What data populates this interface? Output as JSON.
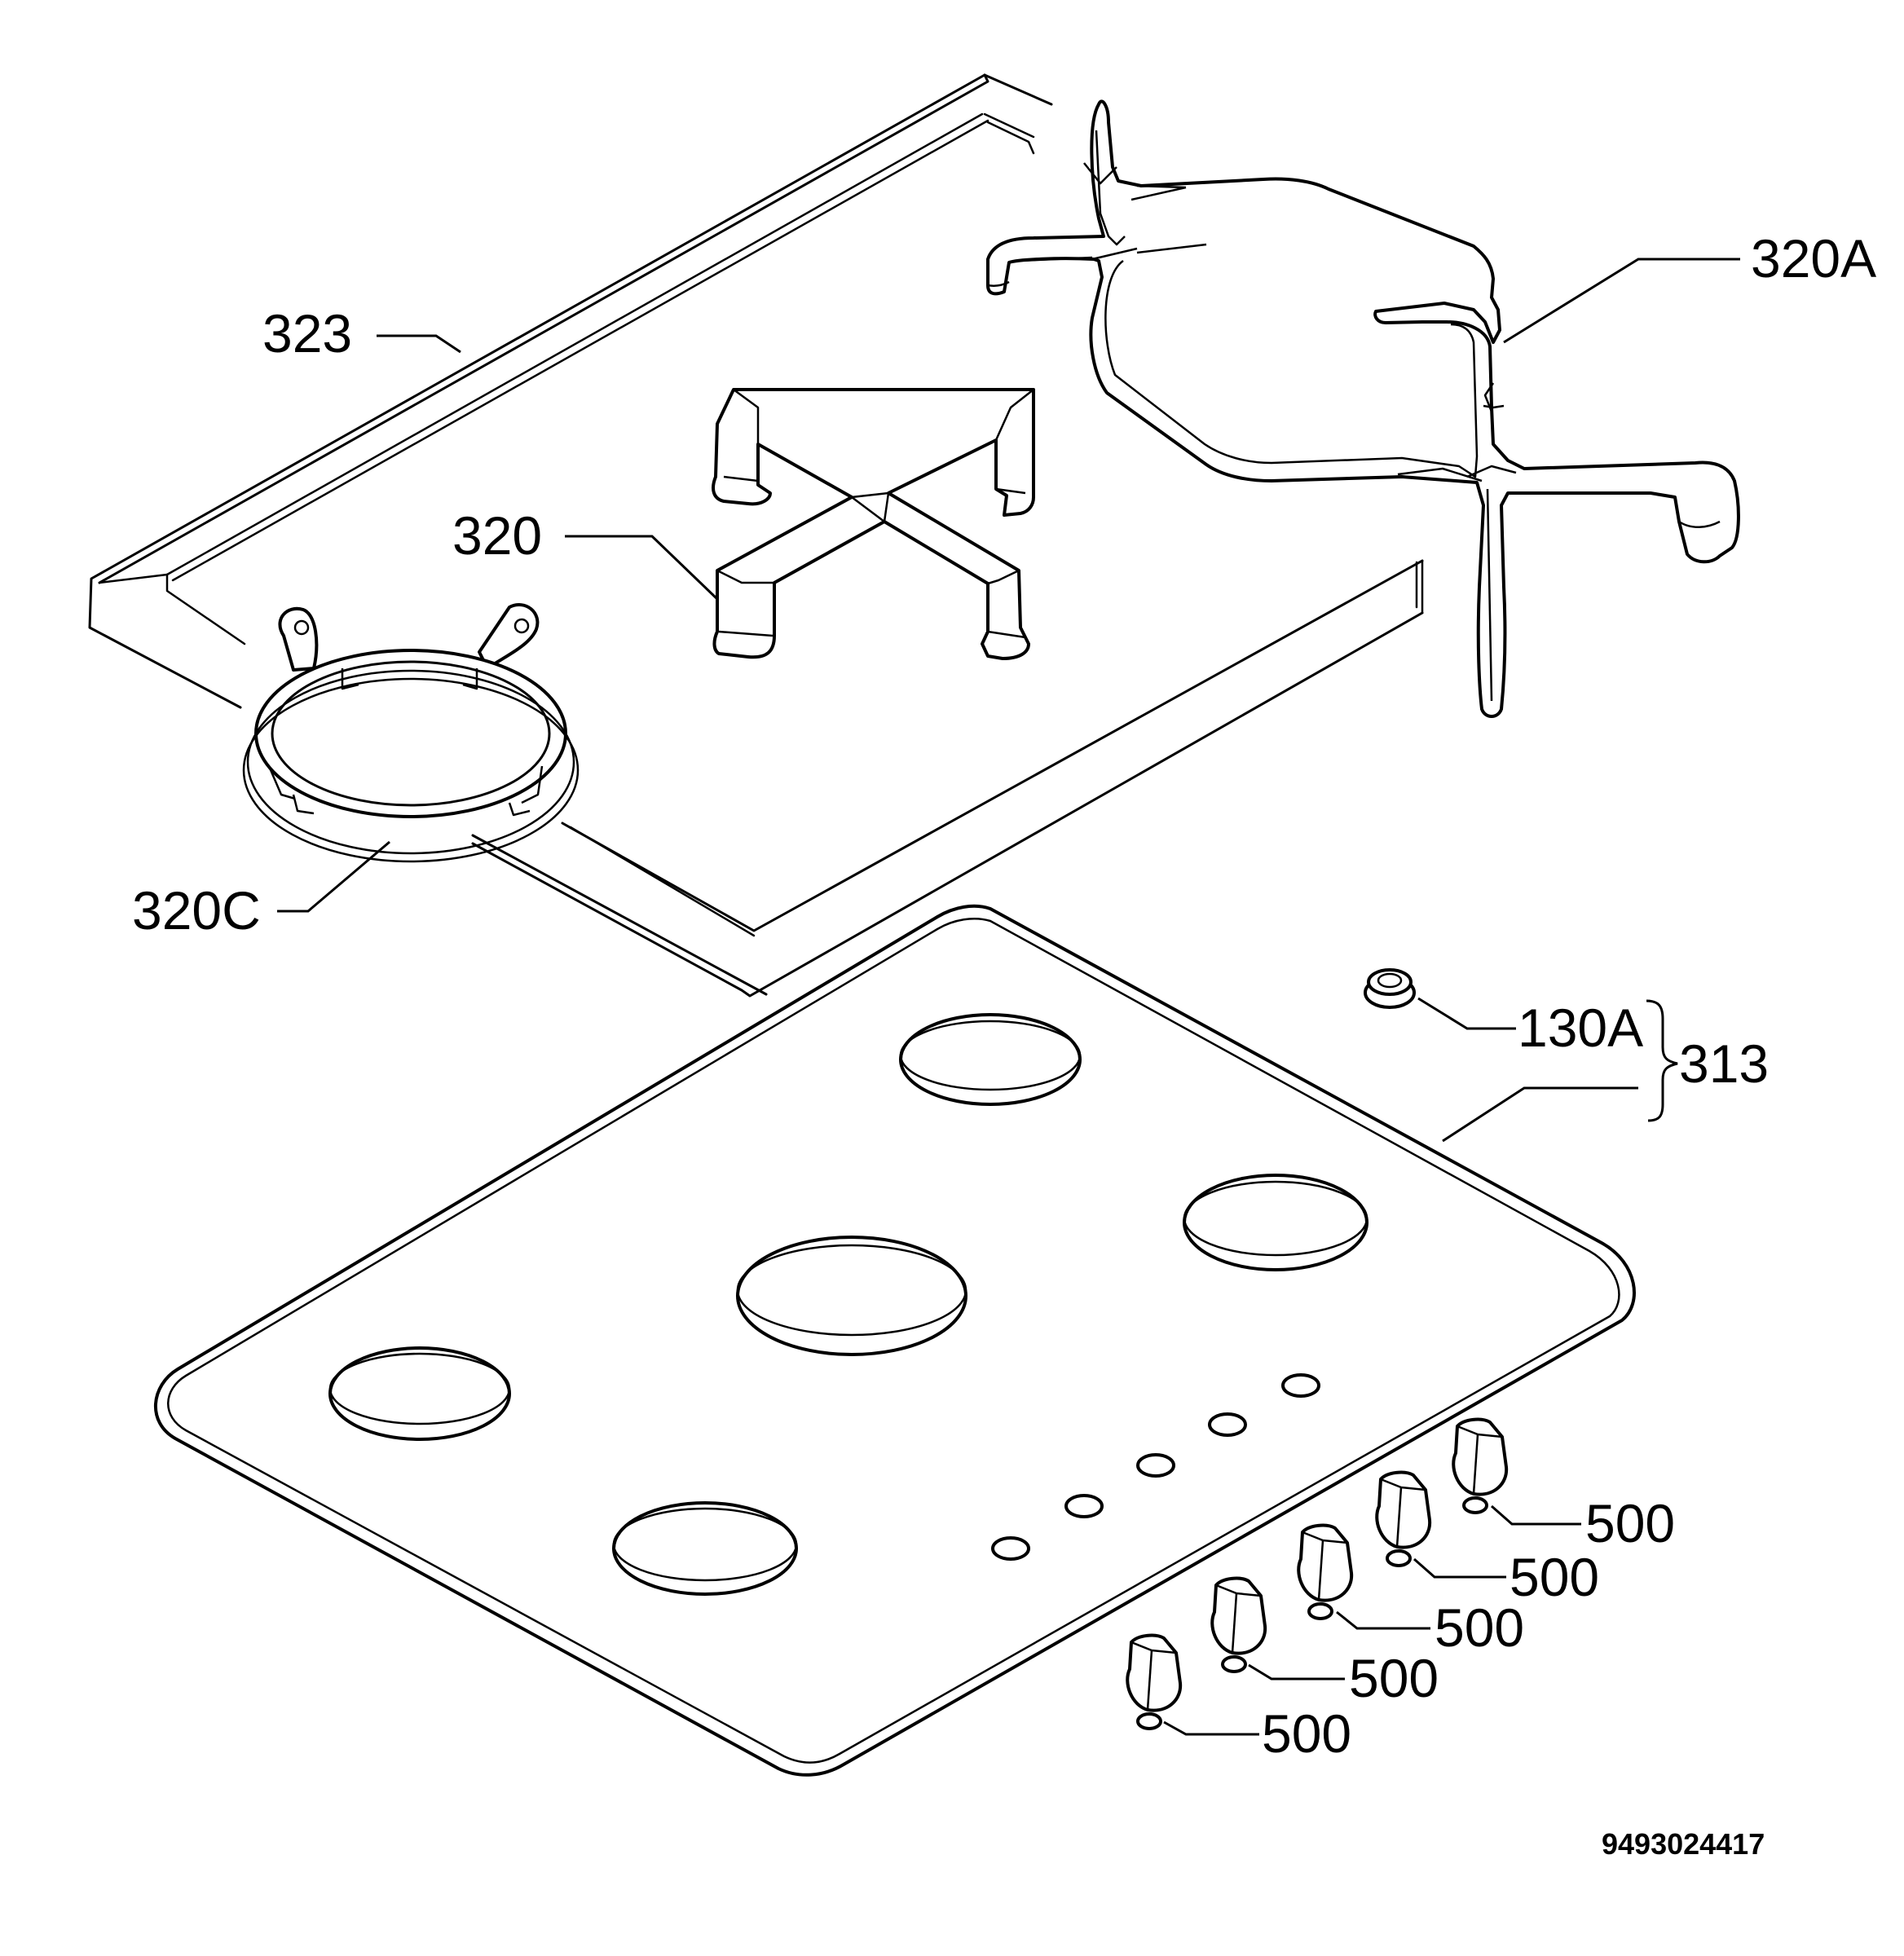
{
  "labels": {
    "frame": "323",
    "grid_double": "320A",
    "grid_single": "320",
    "wok_ring": "320C",
    "cap": "130A",
    "hob_assembly": "313",
    "knob_1": "500",
    "knob_2": "500",
    "knob_3": "500",
    "knob_4": "500",
    "knob_5": "500"
  },
  "document_number": "9493024417"
}
